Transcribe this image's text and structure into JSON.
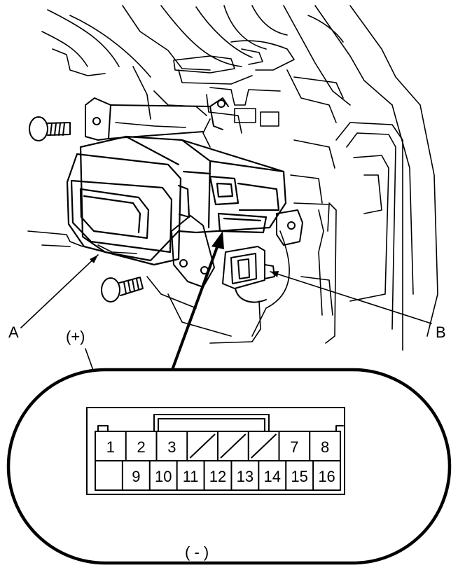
{
  "callouts": {
    "module": "A",
    "connector": "B",
    "positive": "(+)",
    "negative": "( - )"
  },
  "connector_pins": {
    "top_row": [
      "1",
      "2",
      "3",
      "",
      "",
      "",
      "7",
      "8"
    ],
    "bottom_row": [
      "",
      "9",
      "10",
      "11",
      "12",
      "13",
      "14",
      "15",
      "16"
    ]
  }
}
